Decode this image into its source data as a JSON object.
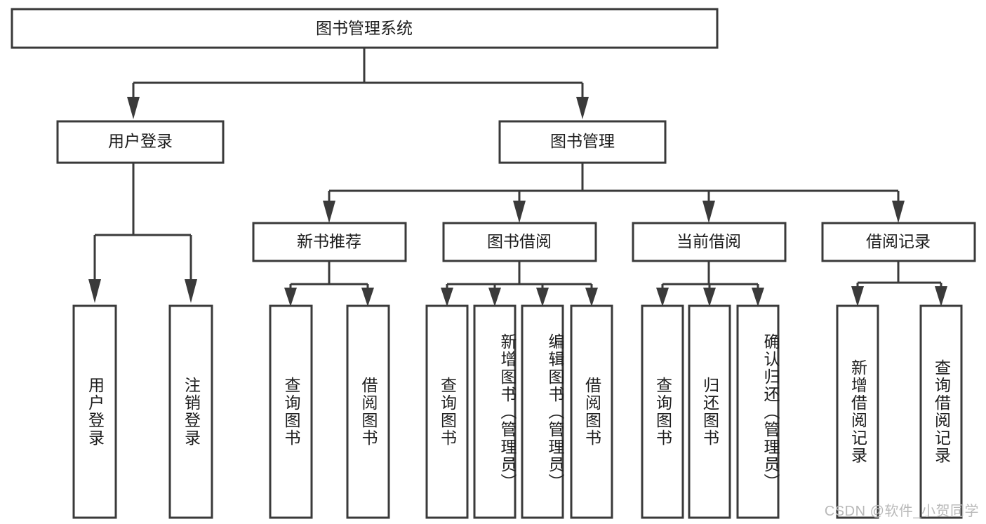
{
  "diagram": {
    "type": "tree",
    "title": "图书管理系统",
    "root": {
      "id": "root",
      "label": "图书管理系统",
      "orientation": "horizontal"
    },
    "level2": [
      {
        "id": "user-login",
        "label": "用户登录",
        "orientation": "horizontal"
      },
      {
        "id": "book-management",
        "label": "图书管理",
        "orientation": "horizontal"
      }
    ],
    "level3": [
      {
        "id": "new-book-recommend",
        "label": "新书推荐",
        "orientation": "horizontal",
        "parent": "book-management"
      },
      {
        "id": "book-borrow",
        "label": "图书借阅",
        "orientation": "horizontal",
        "parent": "book-management"
      },
      {
        "id": "current-borrow",
        "label": "当前借阅",
        "orientation": "horizontal",
        "parent": "book-management"
      },
      {
        "id": "borrow-record",
        "label": "借阅记录",
        "orientation": "horizontal",
        "parent": "book-management"
      }
    ],
    "leaves": [
      {
        "id": "leaf-user-login",
        "label": "用户登录",
        "orientation": "vertical",
        "parent": "user-login"
      },
      {
        "id": "leaf-logout",
        "label": "注销登录",
        "orientation": "vertical",
        "parent": "user-login"
      },
      {
        "id": "leaf-query-book-1",
        "label": "查询图书",
        "orientation": "vertical",
        "parent": "new-book-recommend"
      },
      {
        "id": "leaf-borrow-book-1",
        "label": "借阅图书",
        "orientation": "vertical",
        "parent": "new-book-recommend"
      },
      {
        "id": "leaf-query-book-2",
        "label": "查询图书",
        "orientation": "vertical",
        "parent": "book-borrow"
      },
      {
        "id": "leaf-add-book",
        "label": "新增图书（管理员）",
        "orientation": "vertical",
        "parent": "book-borrow"
      },
      {
        "id": "leaf-edit-book",
        "label": "编辑图书（管理员）",
        "orientation": "vertical",
        "parent": "book-borrow"
      },
      {
        "id": "leaf-borrow-book-2",
        "label": "借阅图书",
        "orientation": "vertical",
        "parent": "book-borrow"
      },
      {
        "id": "leaf-query-book-3",
        "label": "查询图书",
        "orientation": "vertical",
        "parent": "current-borrow"
      },
      {
        "id": "leaf-return-book",
        "label": "归还图书",
        "orientation": "vertical",
        "parent": "current-borrow"
      },
      {
        "id": "leaf-confirm-return",
        "label": "确认归还（管理员）",
        "orientation": "vertical",
        "parent": "current-borrow"
      },
      {
        "id": "leaf-add-record",
        "label": "新增借阅记录",
        "orientation": "vertical",
        "parent": "borrow-record"
      },
      {
        "id": "leaf-query-record",
        "label": "查询借阅记录",
        "orientation": "vertical",
        "parent": "borrow-record"
      }
    ],
    "colors": {
      "stroke": "#3a3a3a",
      "fill": "#ffffff",
      "text": "#1d1d1d",
      "watermark": "#b9b9b9",
      "background": "#ffffff"
    }
  },
  "watermark": {
    "text": "CSDN @软件_小贺同学"
  }
}
